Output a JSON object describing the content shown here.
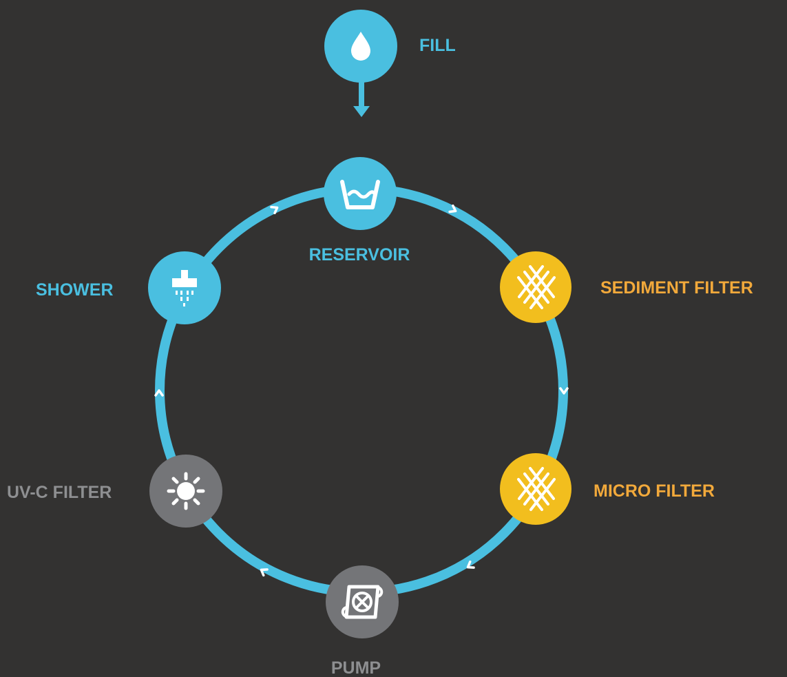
{
  "colors": {
    "background": "#333231",
    "flow": "#4ABFE0",
    "filter": "#F2BE1E",
    "filter_label": "#F2A93B",
    "inactive": "#747578",
    "inactive_label": "#8E8F91"
  },
  "nodes": {
    "fill": {
      "label": "FILL",
      "icon": "water-drop-icon"
    },
    "reservoir": {
      "label": "RESERVOIR",
      "icon": "basin-icon"
    },
    "sediment": {
      "label": "SEDIMENT FILTER",
      "icon": "mesh-filter-icon"
    },
    "micro": {
      "label": "MICRO FILTER",
      "icon": "mesh-filter-icon"
    },
    "pump": {
      "label": "PUMP",
      "icon": "pump-icon"
    },
    "uvc": {
      "label": "UV-C FILTER",
      "icon": "sun-icon"
    },
    "shower": {
      "label": "SHOWER",
      "icon": "shower-head-icon"
    }
  }
}
